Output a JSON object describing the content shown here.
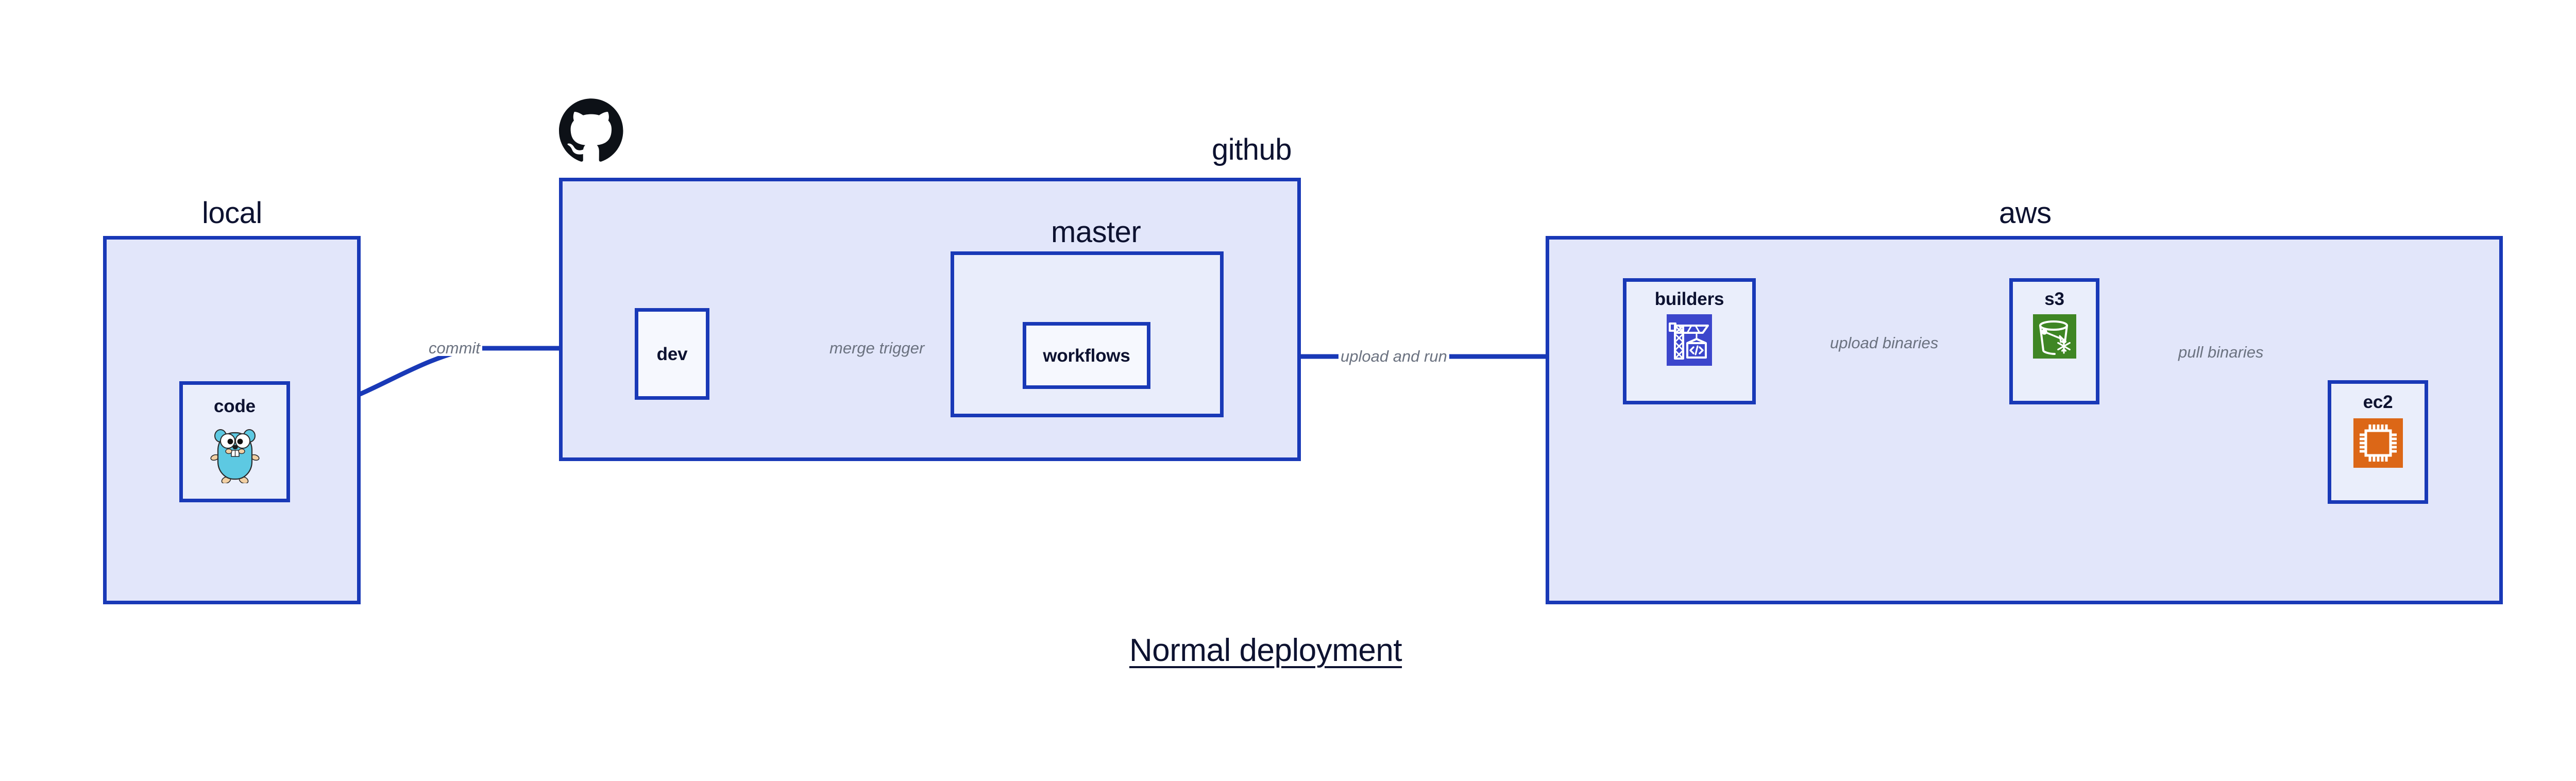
{
  "title": "Normal deployment",
  "colors": {
    "border": "#1939b7",
    "group_fill": "#e2e6fa",
    "subgroup_fill": "#e9edfb",
    "node_fill": "#eaeefb",
    "plain_node_fill": "#f6f8fe",
    "label_text": "#0d1230",
    "edge_label_text": "#6b7280",
    "codebuild_icon": "#3c46cc",
    "s3_icon": "#3f8624",
    "ec2_icon": "#dc6717",
    "gopher_body": "#5dc9e2",
    "gopher_limb": "#f2d0a4",
    "octocat": "#0d1117",
    "background": "#ffffff"
  },
  "groups": [
    {
      "id": "local",
      "label": "local"
    },
    {
      "id": "github",
      "label": "github"
    },
    {
      "id": "aws",
      "label": "aws"
    }
  ],
  "subgroups": [
    {
      "id": "master",
      "label": "master",
      "parent": "github"
    }
  ],
  "nodes": [
    {
      "id": "code",
      "label": "code",
      "parent": "local",
      "icon": "go-gopher-icon"
    },
    {
      "id": "dev",
      "label": "dev",
      "parent": "github",
      "icon": null
    },
    {
      "id": "workflows",
      "label": "workflows",
      "parent": "master",
      "icon": null
    },
    {
      "id": "builders",
      "label": "builders",
      "parent": "aws",
      "icon": "aws-codebuild-icon"
    },
    {
      "id": "s3",
      "label": "s3",
      "parent": "aws",
      "icon": "aws-s3-glacier-icon"
    },
    {
      "id": "ec2",
      "label": "ec2",
      "parent": "aws",
      "icon": "aws-ec2-icon"
    }
  ],
  "edges": [
    {
      "id": "commit",
      "from": "code",
      "to": "dev",
      "label": "commit"
    },
    {
      "id": "merge-trigger",
      "from": "dev",
      "to": "workflows",
      "label": "merge trigger"
    },
    {
      "id": "upload-and-run",
      "from": "workflows",
      "to": "builders",
      "label": "upload and run"
    },
    {
      "id": "upload-binaries",
      "from": "builders",
      "to": "s3",
      "label": "upload binaries"
    },
    {
      "id": "pull-binaries",
      "from": "s3",
      "to": "ec2",
      "label": "pull binaries"
    }
  ],
  "branding": {
    "github_logo": "github-octocat-icon"
  }
}
